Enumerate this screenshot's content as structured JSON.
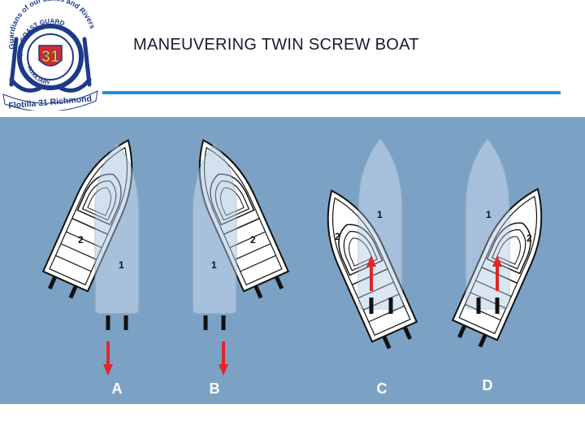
{
  "header": {
    "title": "MANEUVERING TWIN SCREW BOAT",
    "rule_color": "#1a8fe0"
  },
  "logo": {
    "arc_text": "Guardians of our Lakes and Rivers",
    "seal_top": "U.S. COAST GUARD",
    "seal_bottom": "AUXILIARY",
    "number": "31",
    "banner": "Flotilla 31 Richmond",
    "colors": {
      "navy": "#1d3a8a",
      "red": "#d42a2a",
      "gold": "#f2c12e"
    }
  },
  "diagram": {
    "background": "#7ba2c4",
    "hull_color": "#a9c2dc",
    "arrow_color": "#e0262b",
    "panels": [
      {
        "letter": "A",
        "label_1": "1",
        "label_2": "2"
      },
      {
        "letter": "B",
        "label_1": "1",
        "label_2": "2"
      },
      {
        "letter": "C",
        "label_1": "1",
        "label_2": "2"
      },
      {
        "letter": "D",
        "label_1": "1",
        "label_2": "2"
      }
    ]
  }
}
